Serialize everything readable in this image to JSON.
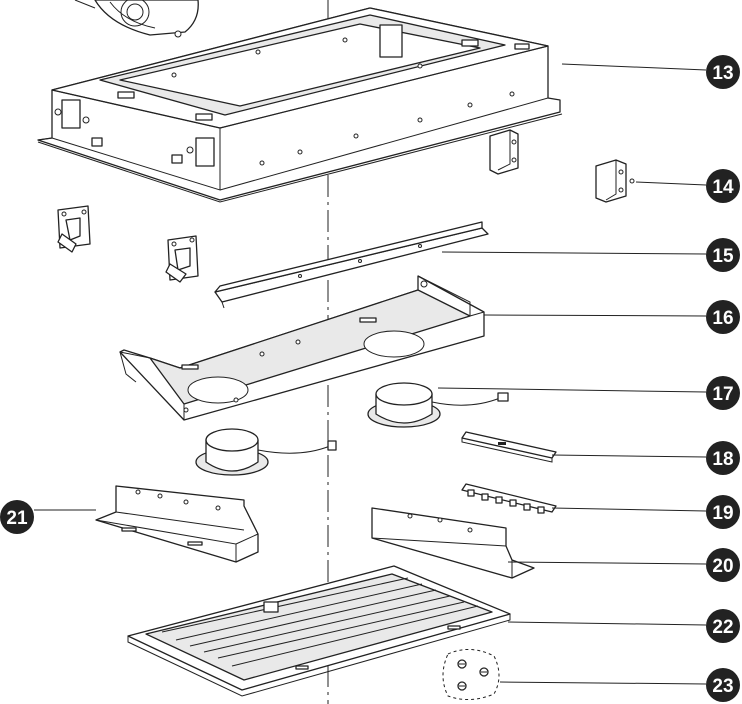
{
  "diagram": {
    "type": "exploded-parts-view",
    "callouts": [
      {
        "id": "c13",
        "label": "13"
      },
      {
        "id": "c14",
        "label": "14"
      },
      {
        "id": "c15",
        "label": "15"
      },
      {
        "id": "c16",
        "label": "16"
      },
      {
        "id": "c17",
        "label": "17"
      },
      {
        "id": "c18",
        "label": "18"
      },
      {
        "id": "c19",
        "label": "19"
      },
      {
        "id": "c20",
        "label": "20"
      },
      {
        "id": "c21",
        "label": "21"
      },
      {
        "id": "c22",
        "label": "22"
      },
      {
        "id": "c23",
        "label": "23"
      }
    ]
  }
}
